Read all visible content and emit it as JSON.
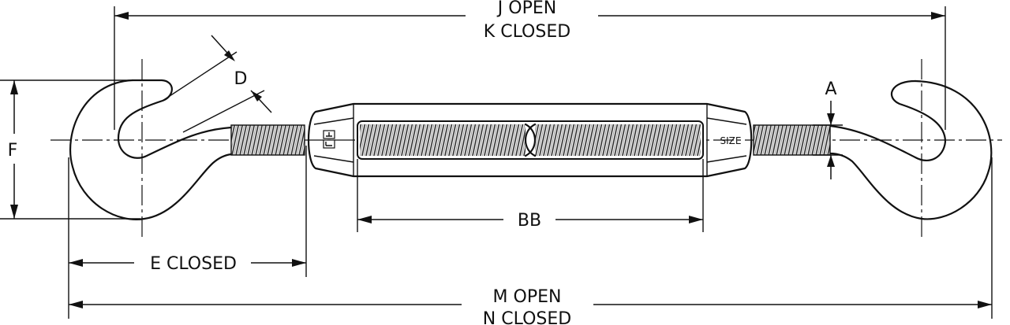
{
  "labels": {
    "j_open": "J OPEN",
    "k_closed": "K CLOSED",
    "d": "D",
    "a": "A",
    "f": "F",
    "bb": "BB",
    "e_closed": "E CLOSED",
    "m_open": "M OPEN",
    "n_closed": "N CLOSED",
    "size": "SIZE"
  }
}
